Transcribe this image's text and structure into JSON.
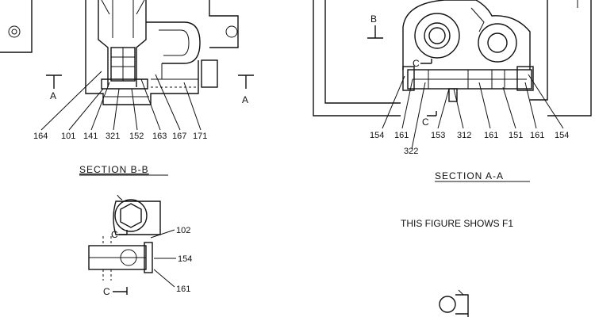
{
  "left_view": {
    "section_marks": [
      {
        "letter": "A"
      },
      {
        "letter": "A"
      }
    ],
    "callouts": [
      "164",
      "101",
      "141",
      "321",
      "152",
      "163",
      "167",
      "171"
    ],
    "title": "SECTION  B-B"
  },
  "right_view": {
    "section_marks": [
      {
        "letter": "B"
      }
    ],
    "cut_marks": [
      {
        "letter": "C"
      },
      {
        "letter": "C"
      }
    ],
    "callouts_top": [
      "154",
      "161",
      "153",
      "312",
      "161",
      "151",
      "161",
      "154"
    ],
    "callout_extra": "322",
    "title": "SECTION  A-A",
    "note": "THIS FIGURE SHOWS   F1"
  },
  "detail_view": {
    "cut_marks": [
      {
        "letter": "C"
      },
      {
        "letter": "C"
      }
    ],
    "callouts": [
      "102",
      "154",
      "161"
    ]
  }
}
